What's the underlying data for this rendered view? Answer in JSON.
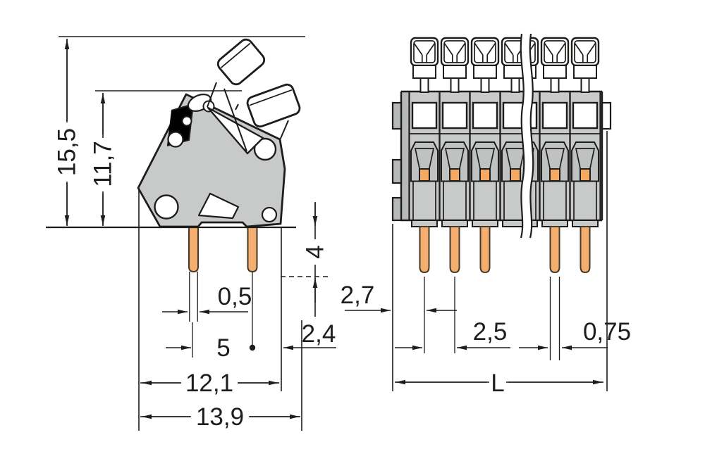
{
  "drawing": {
    "type": "technical-dimension-drawing",
    "subject": "PCB terminal block with push levers, side view and front view",
    "colors": {
      "line": "#1d1d1b",
      "housing_gray": "#c8cac9",
      "shadow_gray": "#b6b9b8",
      "funnel_gray": "#bfc2c1",
      "pin_copper": "#f3ae70",
      "clamp_copper": "#f5a963",
      "background": "#ffffff"
    },
    "views": {
      "side_view": {
        "name": "side view",
        "dims": {
          "height_total": "15,5",
          "height_body": "11,7",
          "pin_width": "0,5",
          "pin_spacing": "5",
          "width_body": "12,1",
          "width_total": "13,9",
          "pin_length": "4",
          "edge_offset": "2,4"
        }
      },
      "front_view": {
        "name": "front view",
        "dims": {
          "first_pole_offset": "2,7",
          "pole_pitch": "2,5",
          "pin_width": "0,75",
          "total_length": "L"
        }
      }
    }
  }
}
